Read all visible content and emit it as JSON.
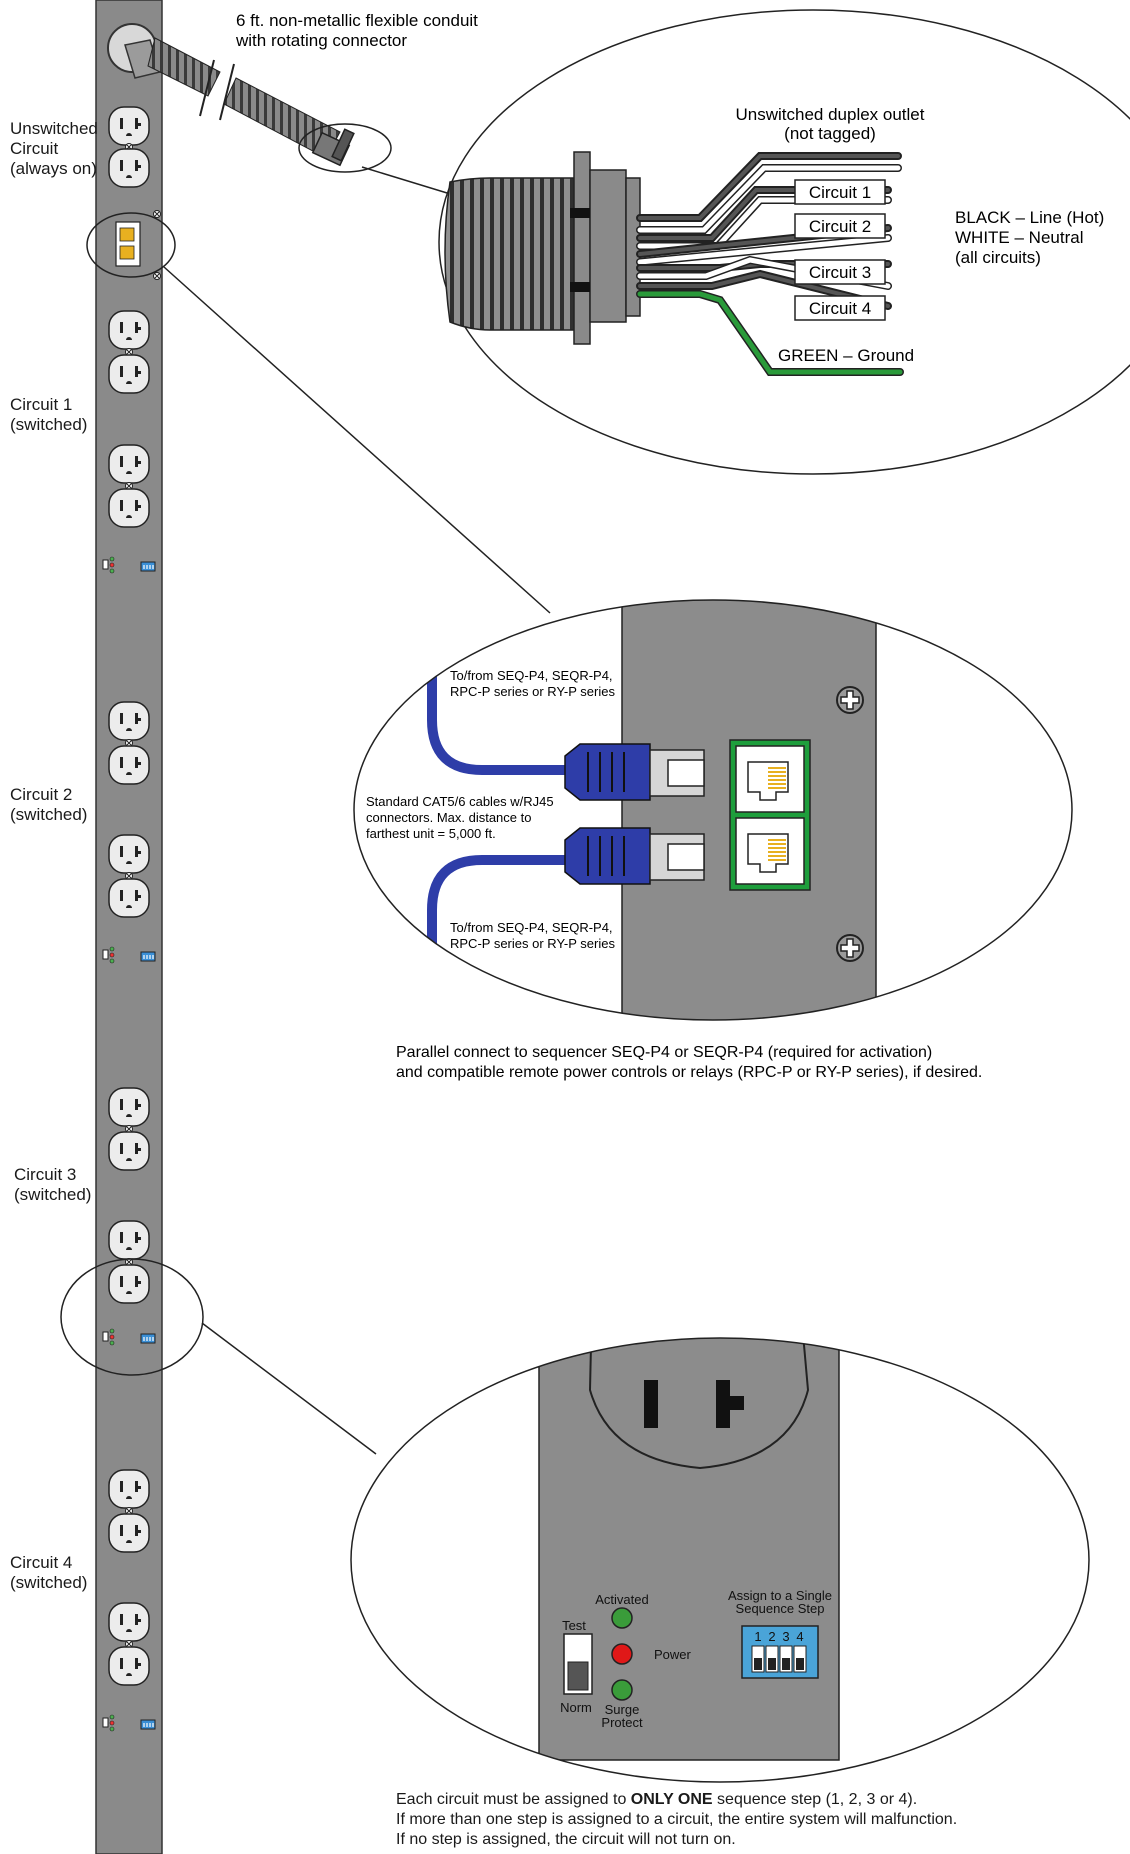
{
  "conduit_label": [
    "6 ft. non-metallic flexible conduit",
    "with rotating connector"
  ],
  "strip_labels": [
    {
      "lines": [
        "Unswitched",
        "Circuit",
        "(always on)"
      ]
    },
    {
      "lines": [
        "Circuit 1",
        "(switched)"
      ]
    },
    {
      "lines": [
        "Circuit 2",
        "(switched)"
      ]
    },
    {
      "lines": [
        "Circuit 3",
        "(switched)"
      ]
    },
    {
      "lines": [
        "Circuit 4",
        "(switched)"
      ]
    }
  ],
  "wiring": {
    "unswitched_label": [
      "Unswitched duplex outlet",
      "(not tagged)"
    ],
    "tags": [
      "Circuit 1",
      "Circuit 2",
      "Circuit 3",
      "Circuit 4"
    ],
    "ground_label": "GREEN – Ground",
    "legend": [
      "BLACK – Line (Hot)",
      "WHITE – Neutral",
      "(all circuits)"
    ]
  },
  "rj45": {
    "top_label": [
      "To/from SEQ-P4, SEQR-P4,",
      "RPC-P series or RY-P series"
    ],
    "middle_label": [
      "Standard CAT5/6 cables w/RJ45",
      "connectors. Max. distance to",
      "farthest unit = 5,000 ft."
    ],
    "bottom_label": [
      "To/from SEQ-P4, SEQR-P4,",
      "RPC-P series or RY-P series"
    ],
    "caption": [
      "Parallel connect to sequencer SEQ-P4 or SEQR-P4 (required for activation)",
      "and compatible remote power controls or relays (RPC-P or RY-P series), if desired."
    ]
  },
  "panel": {
    "test": "Test",
    "norm": "Norm",
    "activated": "Activated",
    "power": "Power",
    "surge": [
      "Surge",
      "Protect"
    ],
    "assign": [
      "Assign to a Single",
      "Sequence Step"
    ],
    "dip_numbers": [
      "1",
      "2",
      "3",
      "4"
    ],
    "caption_line1_pre": "Each circuit must be assigned to ",
    "caption_line1_bold": "ONLY ONE",
    "caption_line1_post": " sequence step (1, 2, 3 or 4).",
    "caption_line2": "If more than one step is assigned to a circuit, the entire system will malfunction.",
    "caption_line3": "If no step is assigned, the circuit will not turn on."
  },
  "colors": {
    "strip": "#8a8a8a",
    "panel": "#8c8c8c",
    "cable": "#2e3da8",
    "led_green": "#3a9c3a",
    "led_red": "#e01818",
    "wire_green": "#2a9a3a",
    "terminal_green": "#1e9e3c",
    "rj45_yellow": "#e8b020",
    "dip": "#4aa4d8"
  }
}
